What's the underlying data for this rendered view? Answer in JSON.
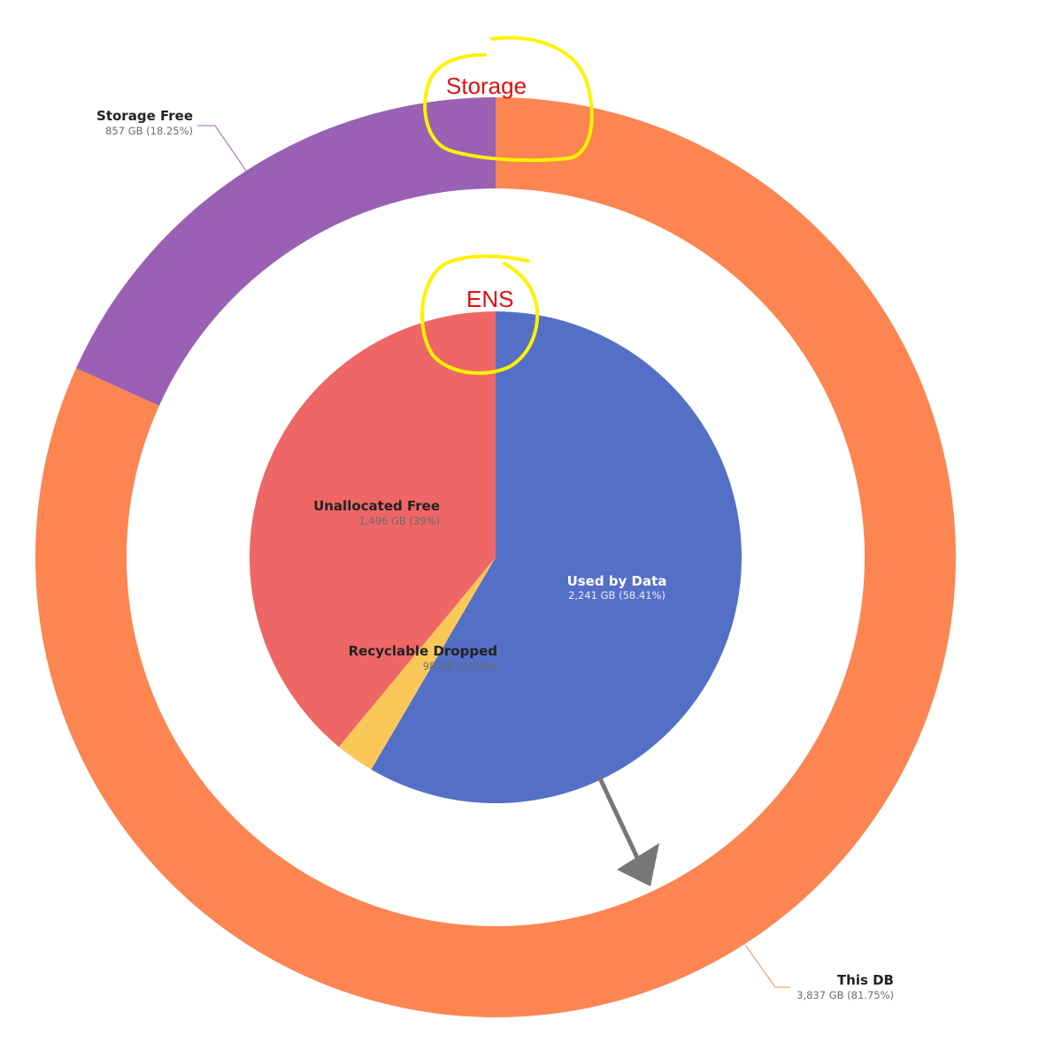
{
  "chart_data": [
    {
      "type": "pie",
      "ring": "outer",
      "slices": [
        {
          "label": "This DB",
          "value_text": "3,837 GB (81.75%)",
          "value_gb": 3837,
          "percent": 81.75,
          "color": "#FC8551"
        },
        {
          "label": "Storage Free",
          "value_text": "857 GB (18.25%)",
          "value_gb": 857,
          "percent": 18.25,
          "color": "#9A60B4"
        }
      ]
    },
    {
      "type": "pie",
      "ring": "inner",
      "slices": [
        {
          "label": "Used by Data",
          "value_text": "2,241 GB (58.41%)",
          "value_gb": 2241,
          "percent": 58.41,
          "color": "#5470C6"
        },
        {
          "label": "Recyclable Dropped",
          "value_text": "98 GB (2.55%)",
          "value_gb": 98,
          "percent": 2.55,
          "color": "#FAC858"
        },
        {
          "label": "Unallocated Free",
          "value_text": "1,496 GB (39%)",
          "value_gb": 1496,
          "percent": 39,
          "color": "#EE6666"
        }
      ]
    }
  ],
  "annotations": {
    "outer_label": "Storage",
    "inner_label": "ENS",
    "circle_color": "#FFF200",
    "text_color": "#E01010",
    "arrow_color": "#777777"
  }
}
